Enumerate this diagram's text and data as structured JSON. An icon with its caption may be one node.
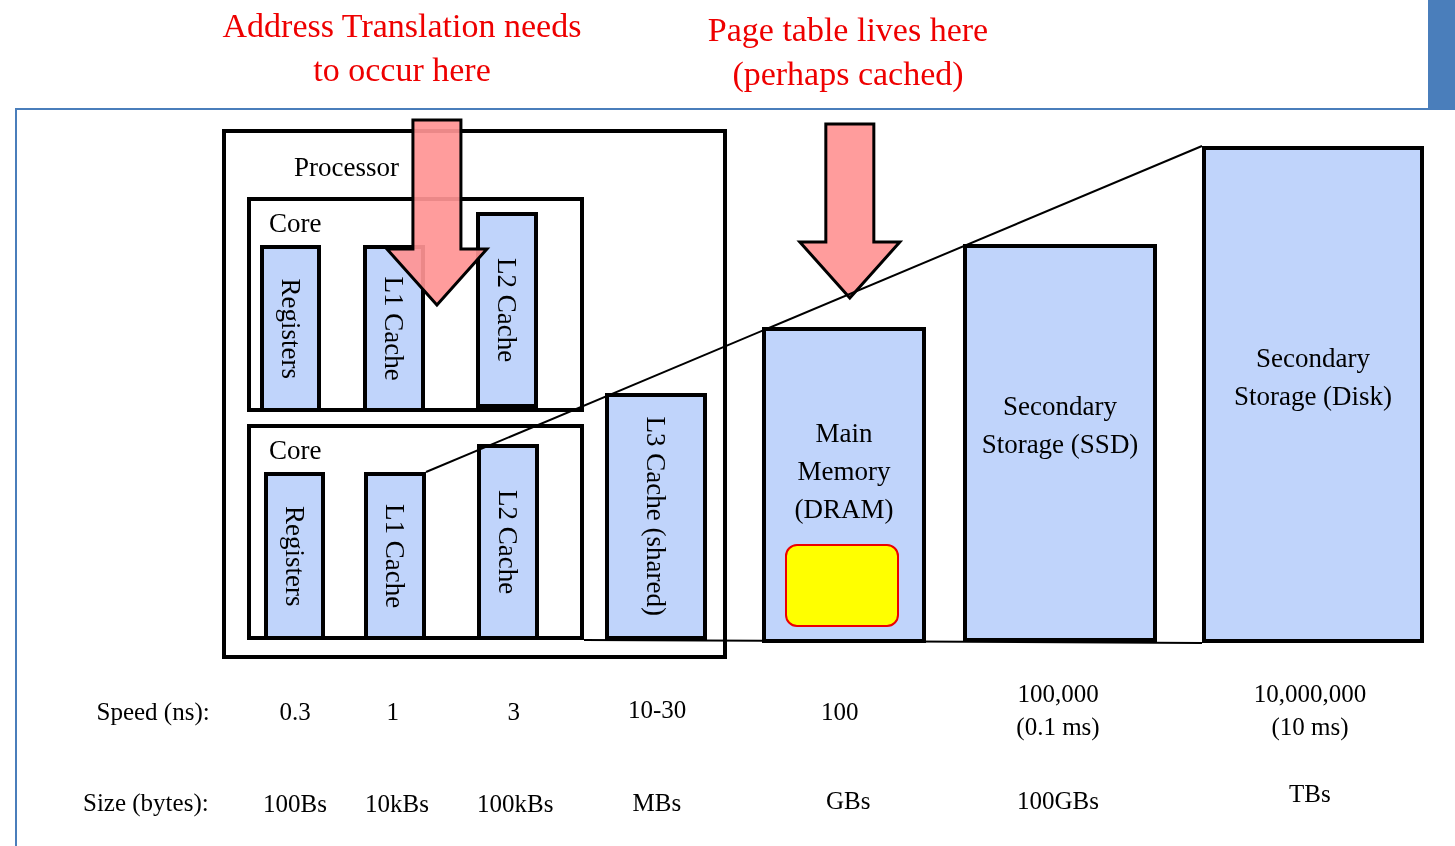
{
  "diagram": {
    "nodes": [
      {
        "text": [
          "Processor"
        ]
      },
      {
        "text": [
          "Core"
        ],
        "in": 0
      },
      {
        "text": [
          "Registers"
        ],
        "in": 1
      },
      {
        "text": [
          "L1 Cache"
        ],
        "in": 1
      },
      {
        "text": [
          "L2 Cache"
        ],
        "in": 1
      },
      {
        "text": [
          "Core"
        ],
        "in": 0
      },
      {
        "text": [
          "Registers"
        ],
        "in": 5
      },
      {
        "text": [
          "L1 Cache"
        ],
        "in": 5
      },
      {
        "text": [
          "L2 Cache"
        ],
        "in": 5
      },
      {
        "text": [
          "L3 Cache (shared)"
        ],
        "in": 0
      },
      {
        "text": [
          "Main Memory (DRAM)"
        ]
      },
      {
        "text": [],
        "shape": "box",
        "in": 10
      },
      {
        "text": [
          "Secondary Storage (SSD)"
        ]
      },
      {
        "text": [
          "Secondary Storage (Disk)"
        ]
      },
      {
        "text": [
          "Address Translation needs to occur here"
        ]
      },
      {
        "text": [
          "Page table lives here (perhaps cached)"
        ]
      }
    ],
    "edges": [
      {
        "from": 14,
        "to": 3,
        "arrow": "to"
      },
      {
        "from": 15,
        "to": 10,
        "arrow": "to"
      },
      {
        "from": 7,
        "to": 13,
        "arrow": "none"
      },
      {
        "from": 5,
        "to": 13,
        "arrow": "none"
      }
    ],
    "labels": [
      "Speed (ns):",
      "0.3",
      "1",
      "3",
      "10-30",
      "100",
      "100,000 (0.1 ms)",
      "10,000,000 (10 ms)",
      "Size (bytes):",
      "100Bs",
      "10kBs",
      "100kBs",
      "MBs",
      "GBs",
      "100GBs",
      "TBs"
    ]
  }
}
